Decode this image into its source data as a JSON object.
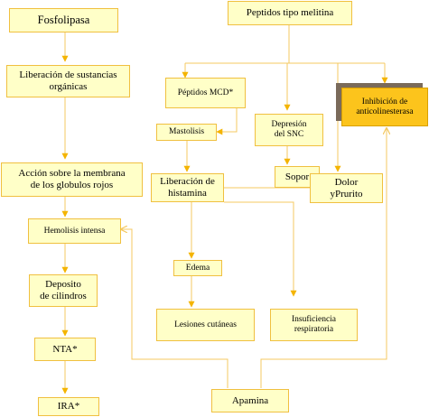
{
  "colors": {
    "box_fill": "#ffffc8",
    "box_border": "#f0c040",
    "connector": "#f4c860",
    "arrow": "#f4b400",
    "highlight_fill": "#fcc41c",
    "shadow": "#7a6a5a"
  },
  "nodes": {
    "fosfolipasa": "Fosfolipasa",
    "peptidos_melitina": "Peptidos tipo melitina",
    "liberacion_sustancias": "Liberación de sustancias\norgánicas",
    "peptidos_mcd": "Péptidos MCD*",
    "depresion_snc": "Depresión\ndel SNC",
    "inhibicion": "Inhibición de\nanticolinesterasa",
    "mastolisis": "Mastolisis",
    "accion_membrana": "Acción sobre la membrana\nde los globulos rojos",
    "sopor": "Sopor",
    "dolor_prurito": "Dolor\nyPrurito",
    "liberacion_histamina": "Liberación de\nhistamina",
    "hemolisis": "Hemolisis intensa",
    "edema": "Edema",
    "deposito": "Deposito\nde cilindros",
    "lesiones": "Lesiones cutáneas",
    "insuficiencia": "Insuficiencia\nrespiratoria",
    "nta": "NTA*",
    "apamina": "Apamina",
    "ira": "IRA*"
  }
}
